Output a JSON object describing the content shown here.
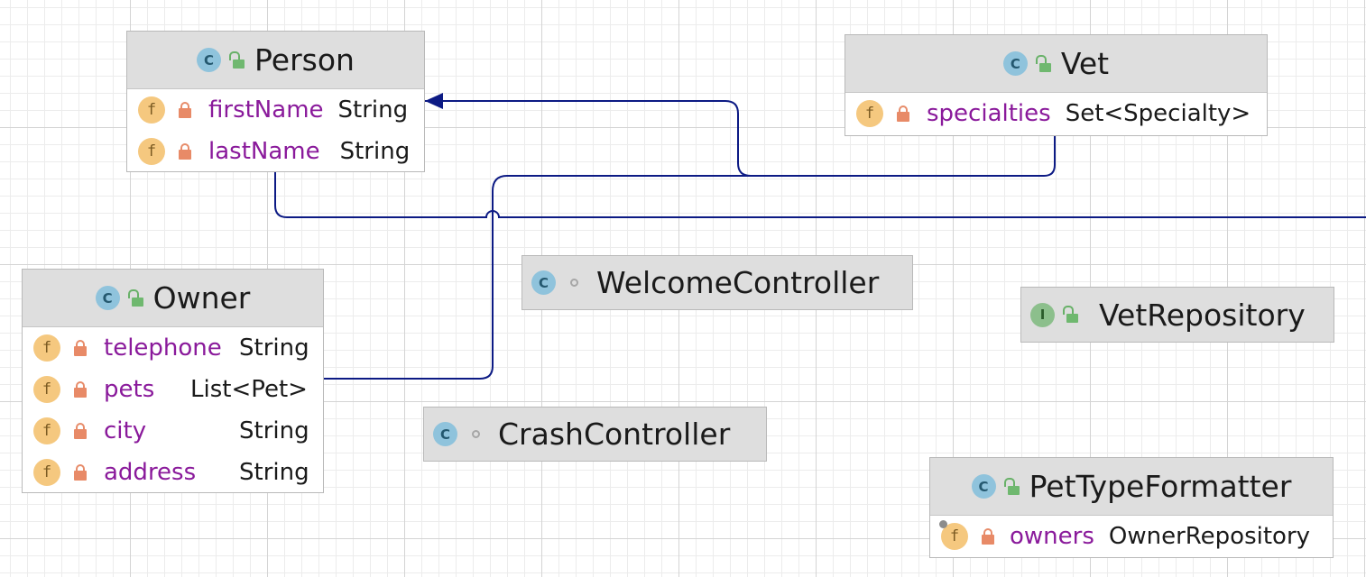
{
  "diagram": {
    "nodes": {
      "person": {
        "title": "Person",
        "kind": "class",
        "icon": "class-icon",
        "visibility": "public",
        "fields": [
          {
            "name": "firstName",
            "type": "String"
          },
          {
            "name": "lastName",
            "type": "String"
          }
        ]
      },
      "vet": {
        "title": "Vet",
        "kind": "class",
        "icon": "class-icon",
        "visibility": "public",
        "fields": [
          {
            "name": "specialties",
            "type": "Set<Specialty>"
          }
        ]
      },
      "owner": {
        "title": "Owner",
        "kind": "class",
        "icon": "class-icon",
        "visibility": "public",
        "fields": [
          {
            "name": "telephone",
            "type": "String"
          },
          {
            "name": "pets",
            "type": "List<Pet>"
          },
          {
            "name": "city",
            "type": "String"
          },
          {
            "name": "address",
            "type": "String"
          }
        ]
      },
      "welcome_controller": {
        "title": "WelcomeController",
        "kind": "class",
        "icon": "class-icon",
        "visibility": "package-private"
      },
      "crash_controller": {
        "title": "CrashController",
        "kind": "class",
        "icon": "class-icon",
        "visibility": "package-private"
      },
      "vet_repository": {
        "title": "VetRepository",
        "kind": "interface",
        "icon": "interface-icon",
        "visibility": "public"
      },
      "pet_type_formatter": {
        "title": "PetTypeFormatter",
        "kind": "class",
        "icon": "class-icon",
        "visibility": "public",
        "fields": [
          {
            "name": "owners",
            "type": "OwnerRepository",
            "final": true
          }
        ]
      }
    },
    "icon_glyphs": {
      "class": "C",
      "interface": "I",
      "field": "f"
    },
    "edges": [
      {
        "from": "vet",
        "to": "person",
        "kind": "generalization"
      },
      {
        "from": "owner",
        "to": "person",
        "kind": "generalization"
      }
    ],
    "colors": {
      "edge": "#0c1a84",
      "header": "#dedede",
      "field_name": "#8a1a9b",
      "class_icon": "#8fc3dc",
      "interface_icon": "#8cbf8c",
      "field_icon": "#f5c87f",
      "private_lock": "#e88a67",
      "public_lock": "#6fb86f"
    }
  }
}
